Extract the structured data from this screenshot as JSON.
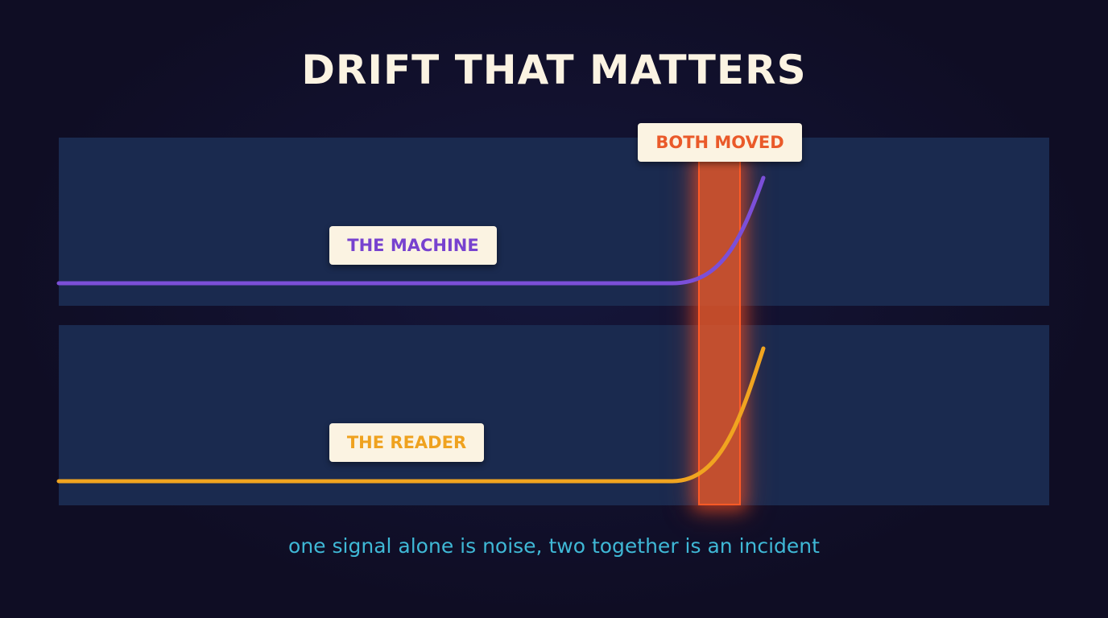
{
  "title": "DRIFT THAT MATTERS",
  "labels": {
    "both_moved": "BOTH MOVED",
    "machine": "THE MACHINE",
    "reader": "THE READER"
  },
  "caption": "one signal alone is noise, two together is an incident",
  "colors": {
    "background": "#0f0d24",
    "band": "#1a2a4f",
    "title": "#fbf3e2",
    "machine": "#7b4fd8",
    "reader": "#f0a420",
    "highlight": "#ff5a26",
    "caption": "#3fb8d6"
  }
}
